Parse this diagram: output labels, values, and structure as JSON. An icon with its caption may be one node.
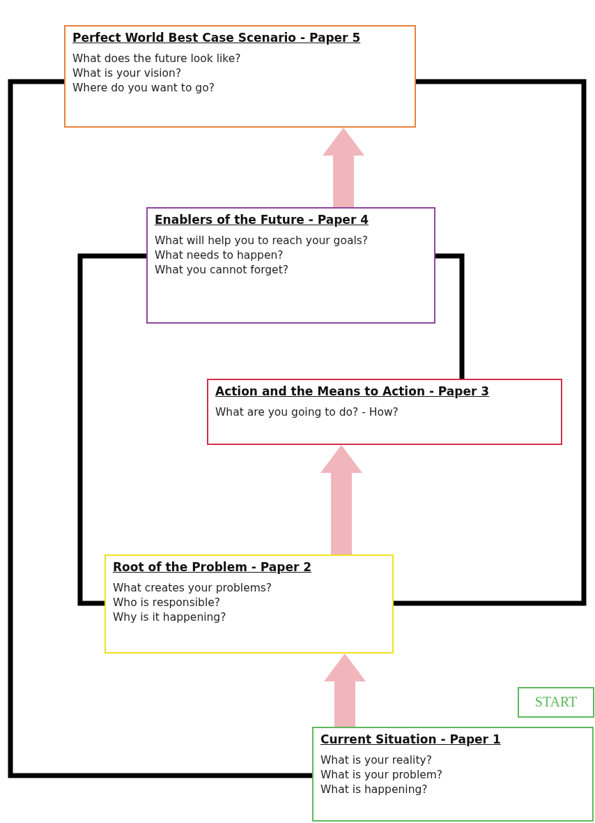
{
  "diagram": {
    "nodes": [
      {
        "text": [
          "Perfect World Best Case Scenario - Paper 5",
          "What does the future look like?",
          "What is your vision?",
          "Where do you want to go?"
        ]
      },
      {
        "text": [
          "Enablers of the Future - Paper 4",
          "What will help you to reach your goals?",
          "What needs to happen?",
          "What you cannot forget?"
        ]
      },
      {
        "text": [
          "Action and the Means to Action - Paper 3",
          "What are you going to do? - How?"
        ]
      },
      {
        "text": [
          "Root of the Problem - Paper 2",
          "What creates your problems?",
          "Who is responsible?",
          "Why is it happening?"
        ]
      },
      {
        "text": [
          "START"
        ]
      },
      {
        "text": [
          "Current Situation - Paper 1",
          "What is your reality?",
          "What is your problem?",
          "What is happening?"
        ]
      }
    ],
    "edges": [
      {
        "from": 5,
        "to": 0,
        "arrow": "none"
      },
      {
        "from": 0,
        "to": 3,
        "arrow": "none"
      },
      {
        "from": 3,
        "to": 1,
        "arrow": "none"
      },
      {
        "from": 1,
        "to": 2,
        "arrow": "none"
      },
      {
        "from": 5,
        "to": 3,
        "arrow": "to",
        "style": "thick",
        "color": "#eeaab0"
      },
      {
        "from": 3,
        "to": 2,
        "arrow": "to",
        "style": "thick",
        "color": "#eeaab0"
      },
      {
        "from": 1,
        "to": 0,
        "arrow": "to",
        "style": "thick",
        "color": "#eeaab0"
      }
    ]
  }
}
